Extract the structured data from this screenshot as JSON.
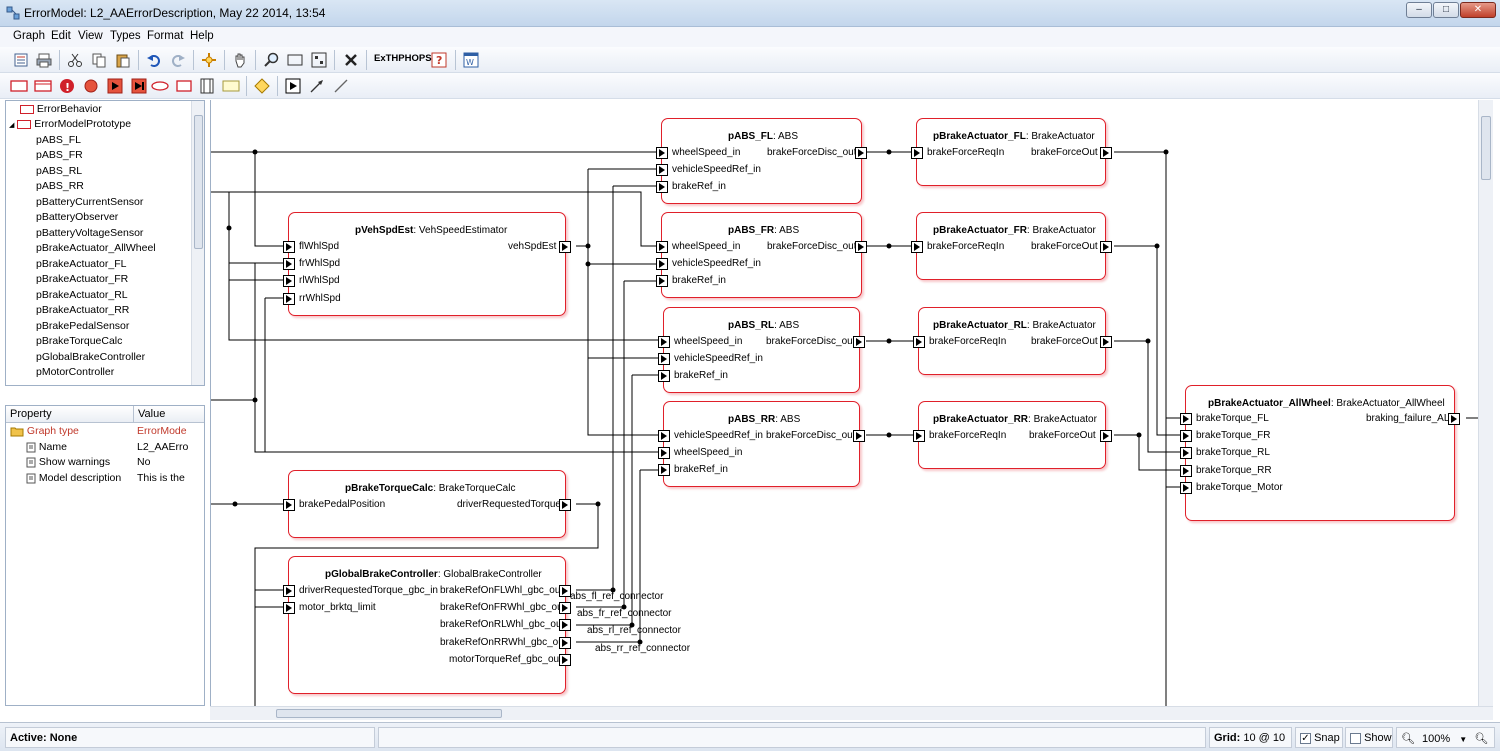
{
  "window": {
    "title": "ErrorModel: L2_AAErrorDescription, May 22 2014, 13:54",
    "minimize": "–",
    "maximize": "□",
    "close": "✕"
  },
  "menu": [
    "Graph",
    "Edit",
    "View",
    "Types",
    "Format",
    "Help"
  ],
  "toolbar": {
    "exthphops_label": "ExTHPHOPS"
  },
  "tree": {
    "items": [
      "ErrorBehavior",
      "ErrorModelPrototype",
      "pABS_FL",
      "pABS_FR",
      "pABS_RL",
      "pABS_RR",
      "pBatteryCurrentSensor",
      "pBatteryObserver",
      "pBatteryVoltageSensor",
      "pBrakeActuator_AllWheel",
      "pBrakeActuator_FL",
      "pBrakeActuator_FR",
      "pBrakeActuator_RL",
      "pBrakeActuator_RR",
      "pBrakePedalSensor",
      "pBrakeTorqueCalc",
      "pGlobalBrakeController",
      "pMotorController"
    ]
  },
  "properties": {
    "header_property": "Property",
    "header_value": "Value",
    "rows": [
      {
        "name": "Graph type",
        "value": "ErrorMode"
      },
      {
        "name": "Name",
        "value": "L2_AAErro"
      },
      {
        "name": "Show warnings",
        "value": "No"
      },
      {
        "name": "Model description",
        "value": "This is the"
      }
    ]
  },
  "status": {
    "active": "Active: None",
    "grid_label": "Grid:",
    "grid_value": "10 @ 10",
    "snap_label": "Snap",
    "snap_checked": true,
    "show_label": "Show",
    "show_checked": false,
    "zoom": "100%"
  },
  "diagram": {
    "blocks": {
      "abs_fl": {
        "name": "pABS_FL",
        "type": ": ABS",
        "in": [
          "wheelSpeed_in",
          "vehicleSpeedRef_in",
          "brakeRef_in"
        ],
        "out": [
          "brakeForceDisc_out"
        ]
      },
      "abs_fr": {
        "name": "pABS_FR",
        "type": ": ABS",
        "in": [
          "wheelSpeed_in",
          "vehicleSpeedRef_in",
          "brakeRef_in"
        ],
        "out": [
          "brakeForceDisc_out"
        ]
      },
      "abs_rl": {
        "name": "pABS_RL",
        "type": ": ABS",
        "in": [
          "wheelSpeed_in",
          "vehicleSpeedRef_in",
          "brakeRef_in"
        ],
        "out": [
          "brakeForceDisc_out"
        ]
      },
      "abs_rr": {
        "name": "pABS_RR",
        "type": ": ABS",
        "in": [
          "vehicleSpeedRef_in",
          "wheelSpeed_in",
          "brakeRef_in"
        ],
        "out": [
          "brakeForceDisc_out"
        ]
      },
      "act_fl": {
        "name": "pBrakeActuator_FL",
        "type": ": BrakeActuator",
        "in": [
          "brakeForceReqIn"
        ],
        "out": [
          "brakeForceOut"
        ]
      },
      "act_fr": {
        "name": "pBrakeActuator_FR",
        "type": ": BrakeActuator",
        "in": [
          "brakeForceReqIn"
        ],
        "out": [
          "brakeForceOut"
        ]
      },
      "act_rl": {
        "name": "pBrakeActuator_RL",
        "type": ": BrakeActuator",
        "in": [
          "brakeForceReqIn"
        ],
        "out": [
          "brakeForceOut"
        ]
      },
      "act_rr": {
        "name": "pBrakeActuator_RR",
        "type": ": BrakeActuator",
        "in": [
          "brakeForceReqIn"
        ],
        "out": [
          "brakeForceOut"
        ]
      },
      "vse": {
        "name": "pVehSpdEst",
        "type": ": VehSpeedEstimator",
        "in": [
          "flWhlSpd",
          "frWhlSpd",
          "rlWhlSpd",
          "rrWhlSpd"
        ],
        "out": [
          "vehSpdEst"
        ]
      },
      "btc": {
        "name": "pBrakeTorqueCalc",
        "type": ": BrakeTorqueCalc",
        "in": [
          "brakePedalPosition"
        ],
        "out": [
          "driverRequestedTorque"
        ]
      },
      "gbc": {
        "name": "pGlobalBrakeController",
        "type": ": GlobalBrakeController",
        "in": [
          "driverRequestedTorque_gbc_in",
          "motor_brktq_limit"
        ],
        "out": [
          "brakeRefOnFLWhl_gbc_out",
          "brakeRefOnFRWhl_gbc_out",
          "brakeRefOnRLWhl_gbc_out",
          "brakeRefOnRRWhl_gbc_out",
          "motorTorqueRef_gbc_out"
        ]
      },
      "allwheel": {
        "name": "pBrakeActuator_AllWheel",
        "type": ": BrakeActuator_AllWheel",
        "in": [
          "brakeTorque_FL",
          "brakeTorque_FR",
          "brakeTorque_RL",
          "brakeTorque_RR",
          "brakeTorque_Motor"
        ],
        "out": [
          "braking_failure_AL"
        ]
      }
    },
    "connectors": [
      "abs_fl_ref_connector",
      "abs_fr_ref_connector",
      "abs_rl_ref_connector",
      "abs_rr_ref_connector"
    ]
  }
}
